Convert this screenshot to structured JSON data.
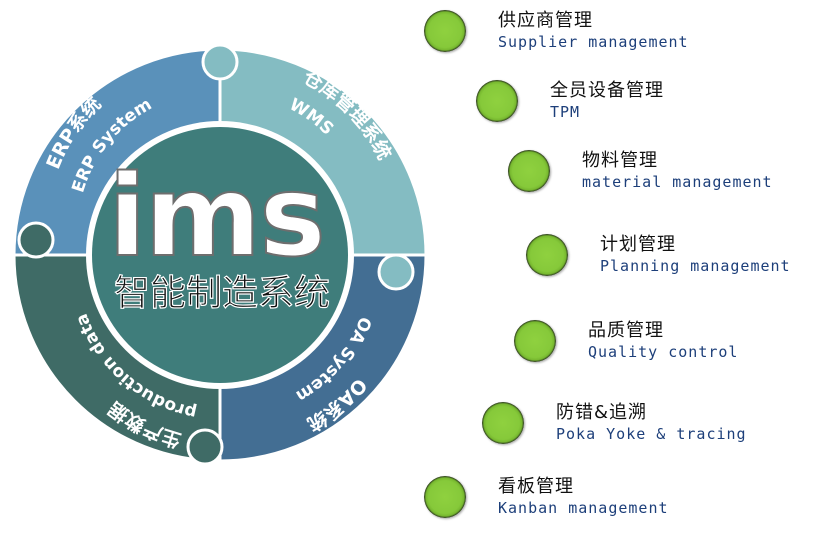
{
  "center": {
    "logo_text": "ims",
    "subtitle": "智能制造系统"
  },
  "quadrants": [
    {
      "cn": "ERP系统",
      "en": "ERP System",
      "color": "#5a91ba"
    },
    {
      "cn": "仓库管理系统",
      "en": "WMS",
      "color": "#84bcc2"
    },
    {
      "cn": "OA系统",
      "en": "OA System",
      "color": "#436e93"
    },
    {
      "cn": "生产数据",
      "en": "production data",
      "color": "#3f6b66"
    }
  ],
  "modules": [
    {
      "cn": "供应商管理",
      "en": "Supplier management"
    },
    {
      "cn": "全员设备管理",
      "en": "TPM"
    },
    {
      "cn": "物料管理",
      "en": "material management"
    },
    {
      "cn": "计划管理",
      "en": "Planning management"
    },
    {
      "cn": "品质管理",
      "en": "Quality control"
    },
    {
      "cn": "防错&追溯",
      "en": "Poka Yoke & tracing"
    },
    {
      "cn": "看板管理",
      "en": "Kanban management"
    }
  ],
  "colors": {
    "center_fill": "#3f7d7b",
    "accent_green": "#86c93a",
    "english_text": "#1d3f7a"
  }
}
